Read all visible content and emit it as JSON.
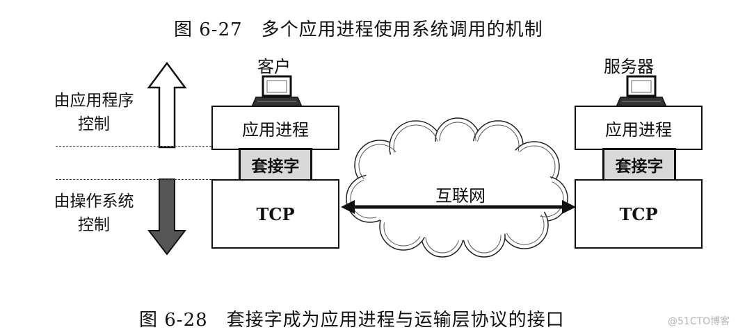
{
  "caption_top": "图 6-27　多个应用进程使用系统调用的机制",
  "caption_bottom": "图 6-28　套接字成为应用进程与运输层协议的接口",
  "left_labels": {
    "app_control": [
      "由应用程序",
      "控制"
    ],
    "os_control": [
      "由操作系统",
      "控制"
    ]
  },
  "client": {
    "title": "客户",
    "app_process": "应用进程",
    "socket": "套接字",
    "tcp": "TCP"
  },
  "server": {
    "title": "服务器",
    "app_process": "应用进程",
    "socket": "套接字",
    "tcp": "TCP"
  },
  "network_label": "互联网",
  "watermark": "@51CTO博客",
  "icons": [
    "computer-icon",
    "cloud-icon",
    "up-arrow-icon",
    "down-arrow-icon",
    "double-arrow-icon"
  ]
}
